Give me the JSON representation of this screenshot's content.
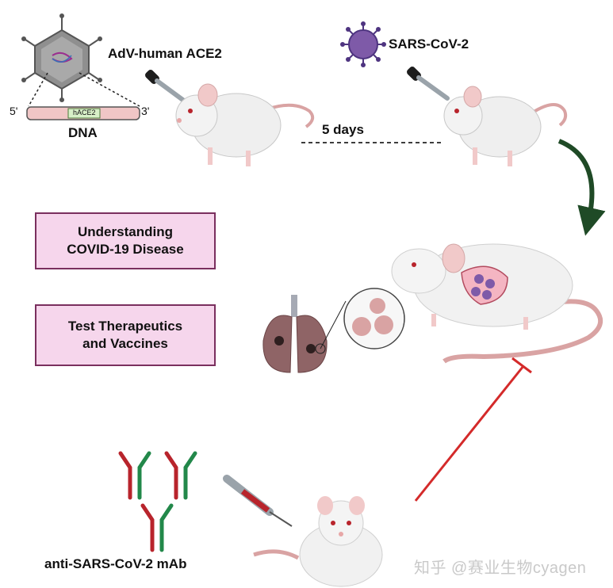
{
  "labels": {
    "adv": "AdV-human ACE2",
    "sars": "SARS-CoV-2",
    "five_days": "5 days",
    "dna": "DNA",
    "hace2": "hACE2",
    "five_prime": "5'",
    "three_prime": "3'",
    "antibody": "anti-SARS-CoV-2 mAb"
  },
  "boxes": {
    "understanding_line1": "Understanding",
    "understanding_line2": "COVID-19 Disease",
    "test_line1": "Test Therapeutics",
    "test_line2": "and Vaccines"
  },
  "watermark": "知乎 @赛业生物cyagen",
  "colors": {
    "box_fill": "#f6d6ec",
    "box_border": "#7a2f5e",
    "arrow_green": "#1f4a26",
    "inhibit_red": "#d42a2a",
    "virus_purple": "#5a3f8f",
    "antibody_red": "#b8242c",
    "antibody_green": "#22884a"
  }
}
